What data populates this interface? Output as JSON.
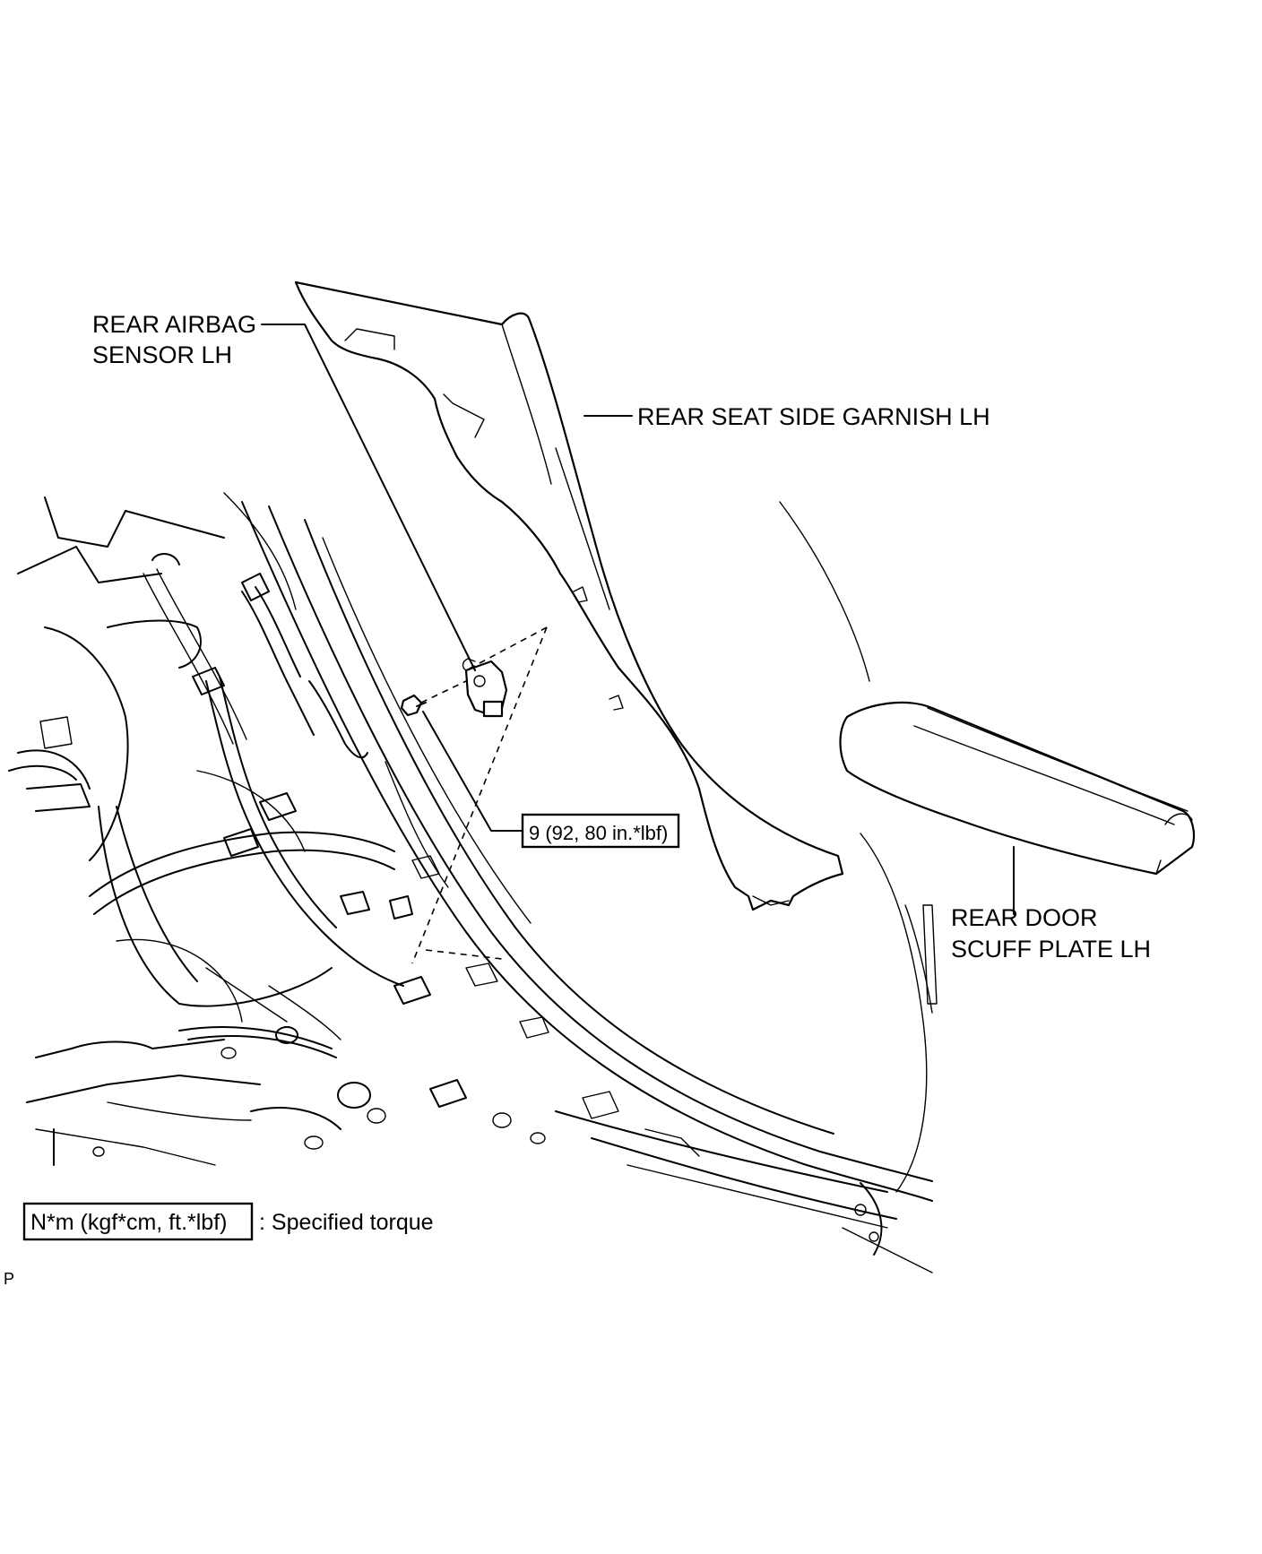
{
  "labels": {
    "airbag_sensor_line1": "REAR AIRBAG",
    "airbag_sensor_line2": "SENSOR LH",
    "garnish": "REAR SEAT SIDE GARNISH LH",
    "scuff_line1": "REAR DOOR",
    "scuff_line2": "SCUFF PLATE LH",
    "torque_value": "9 (92, 80 in.*lbf)",
    "legend_unit": "N*m (kgf*cm, ft.*lbf)",
    "legend_text": ": Specified torque",
    "corner_mark": "P"
  }
}
